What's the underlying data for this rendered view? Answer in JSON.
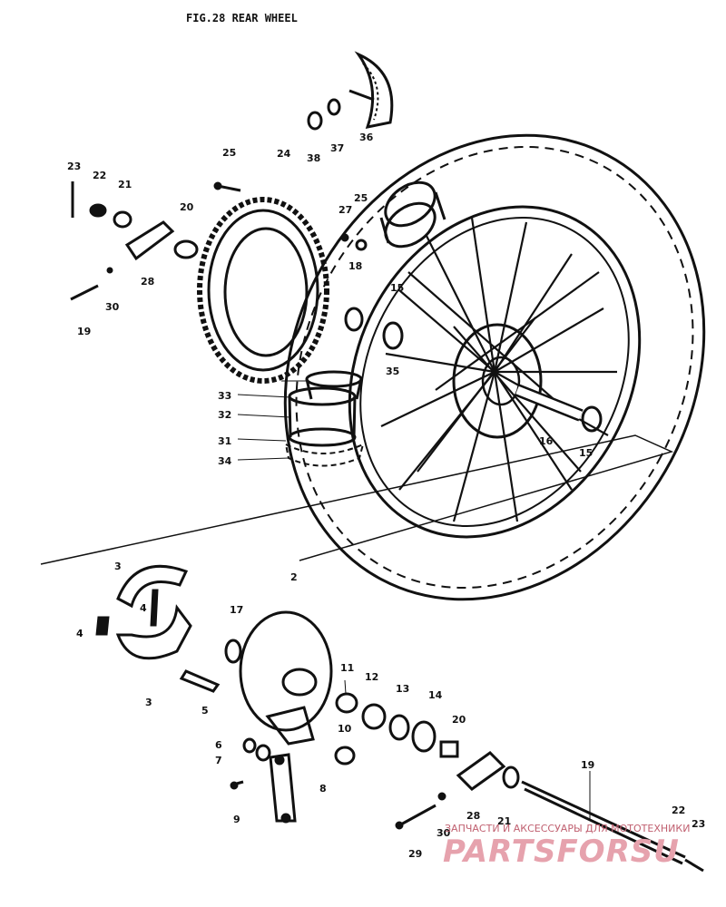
{
  "title": "FIG.28 REAR WHEEL",
  "part_labels": [
    {
      "id": "p1",
      "text": "2"
    },
    {
      "id": "p2",
      "text": "3"
    },
    {
      "id": "p3",
      "text": "3"
    },
    {
      "id": "p4",
      "text": "4"
    },
    {
      "id": "p5",
      "text": "4"
    },
    {
      "id": "p6",
      "text": "5"
    },
    {
      "id": "p7",
      "text": "6"
    },
    {
      "id": "p8",
      "text": "7"
    },
    {
      "id": "p9",
      "text": "8"
    },
    {
      "id": "p10",
      "text": "9"
    },
    {
      "id": "p11",
      "text": "10"
    },
    {
      "id": "p12",
      "text": "11"
    },
    {
      "id": "p13",
      "text": "12"
    },
    {
      "id": "p14",
      "text": "13"
    },
    {
      "id": "p15",
      "text": "14"
    },
    {
      "id": "p16",
      "text": "15"
    },
    {
      "id": "p17",
      "text": "15"
    },
    {
      "id": "p18",
      "text": "16"
    },
    {
      "id": "p19",
      "text": "17"
    },
    {
      "id": "p20",
      "text": "18"
    },
    {
      "id": "p21",
      "text": "19"
    },
    {
      "id": "p22",
      "text": "19"
    },
    {
      "id": "p23",
      "text": "20"
    },
    {
      "id": "p24",
      "text": "20"
    },
    {
      "id": "p25",
      "text": "21"
    },
    {
      "id": "p26",
      "text": "21"
    },
    {
      "id": "p27",
      "text": "22"
    },
    {
      "id": "p28",
      "text": "22"
    },
    {
      "id": "p29",
      "text": "23"
    },
    {
      "id": "p30",
      "text": "23"
    },
    {
      "id": "p31",
      "text": "24"
    },
    {
      "id": "p32",
      "text": "25"
    },
    {
      "id": "p33",
      "text": "25"
    },
    {
      "id": "p34",
      "text": "27"
    },
    {
      "id": "p35",
      "text": "28"
    },
    {
      "id": "p36",
      "text": "28"
    },
    {
      "id": "p37",
      "text": "29"
    },
    {
      "id": "p38",
      "text": "29"
    },
    {
      "id": "p39",
      "text": "30"
    },
    {
      "id": "p40",
      "text": "30"
    },
    {
      "id": "p41",
      "text": "31"
    },
    {
      "id": "p42",
      "text": "32"
    },
    {
      "id": "p43",
      "text": "33"
    },
    {
      "id": "p44",
      "text": "34"
    },
    {
      "id": "p45",
      "text": "35"
    },
    {
      "id": "p46",
      "text": "36"
    },
    {
      "id": "p47",
      "text": "37"
    },
    {
      "id": "p48",
      "text": "38"
    }
  ],
  "watermark": {
    "caption": "ЗАПЧАСТИ И АКСЕССУАРЫ ДЛЯ МОТОТЕХНИКИ",
    "brand": "PARTSFORSU"
  }
}
